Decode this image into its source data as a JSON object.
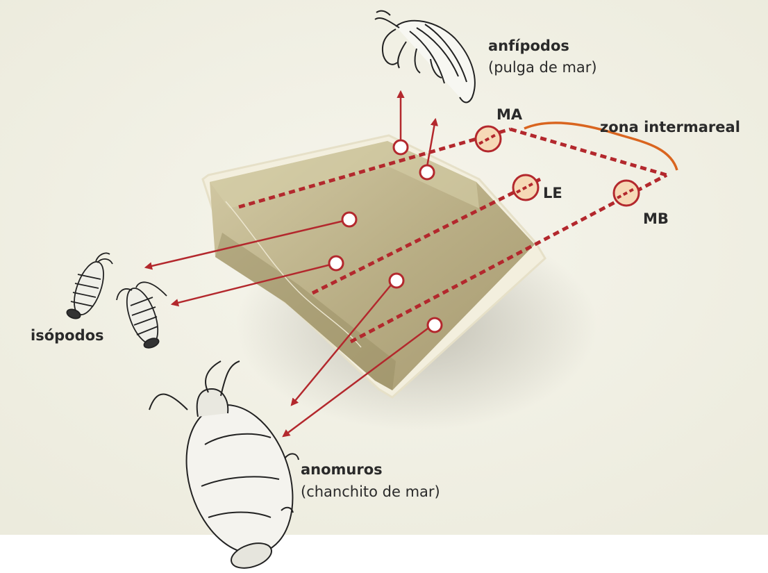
{
  "labels": {
    "amphipods_name": "anfípodos",
    "amphipods_common": "(pulga de mar)",
    "intertidal_zone": "zona intermareal",
    "high_tide": "MA",
    "mid_level": "LE",
    "low_tide": "MB",
    "isopods": "isópodos",
    "anomurans_name": "anomuros",
    "anomurans_common": "(chanchito de mar)"
  },
  "colors": {
    "background": "#f1f0e4",
    "beach_light": "#cfc6a0",
    "beach_dark": "#a99c72",
    "arrow_red": "#b3282d",
    "bracket_orange": "#d9651f",
    "marker_fill": "#f6d9b6",
    "ink": "#2a2a2a"
  }
}
